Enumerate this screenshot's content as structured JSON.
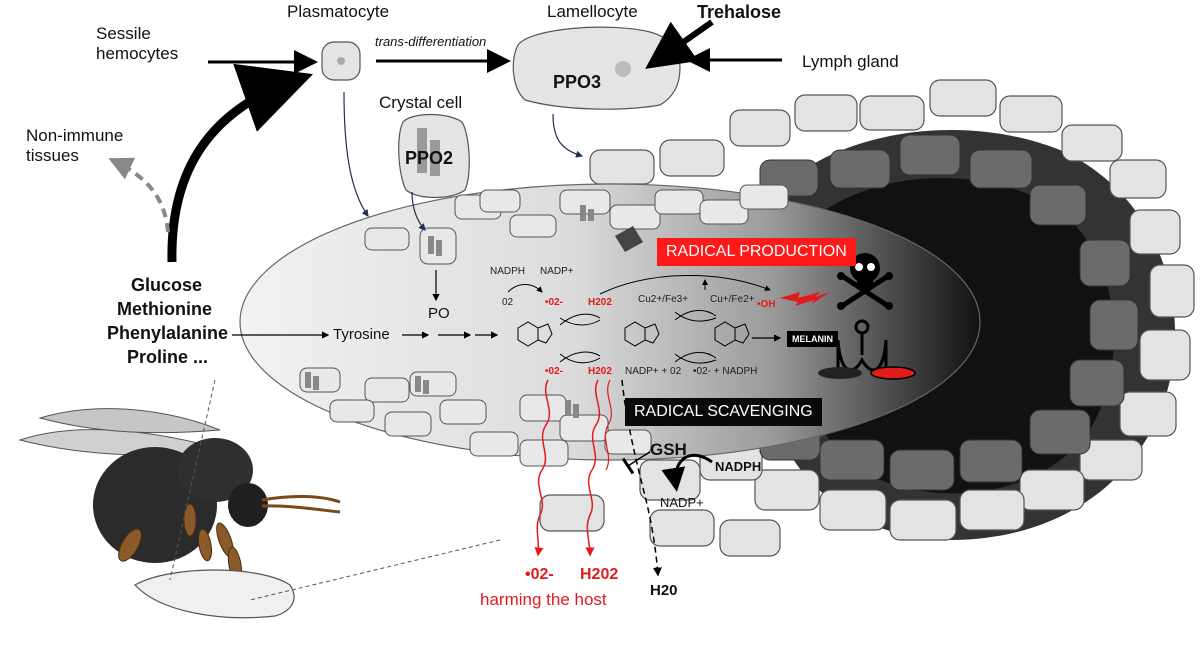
{
  "labels": {
    "sessile_hemocytes": "Sessile\nhemocytes",
    "plasmatocyte": "Plasmatocyte",
    "lamellocyte": "Lamellocyte",
    "trehalose": "Trehalose",
    "lymph_gland": "Lymph gland",
    "trans_differentiation": "trans-differentiation",
    "ppo3": "PPO3",
    "crystal_cell": "Crystal cell",
    "ppo2": "PPO2",
    "non_immune_tissues": "Non-immune\ntissues",
    "nutrients": [
      "Glucose",
      "Methionine",
      "Phenylalanine",
      "Proline ..."
    ],
    "tyrosine": "Tyrosine",
    "po": "PO",
    "radical_production": "RADICAL PRODUCTION",
    "radical_scavenging": "RADICAL SCAVENGING",
    "melanin": "MELANIN",
    "gsh": "GSH",
    "nadph": "NADPH",
    "nadp_plus": "NADP+",
    "h2o": "H20",
    "harming_the_host": "harming the host",
    "superoxide_out": "•02-",
    "h2o2_out": "H202"
  },
  "reactions": {
    "nadph_top": "NADPH",
    "nadp_top": "NADP+",
    "o2": "02",
    "superoxide_top": "•02-",
    "h2o2_top": "H202",
    "metals_left": "Cu2+/Fe3+",
    "metals_right": "Cu+/Fe2+",
    "hydroxyl": "•OH",
    "superoxide_bottom": "•02-",
    "h2o2_bottom": "H202",
    "nadp_o2": "NADP+ + 02",
    "superoxide_nadph": "•02- + NADPH"
  },
  "colors": {
    "red": "#e31a1c",
    "cell_fill": "#e6e6e6",
    "cell_stroke": "#555555",
    "arrow": "#000000",
    "arrow_blue": "#1f3050"
  }
}
